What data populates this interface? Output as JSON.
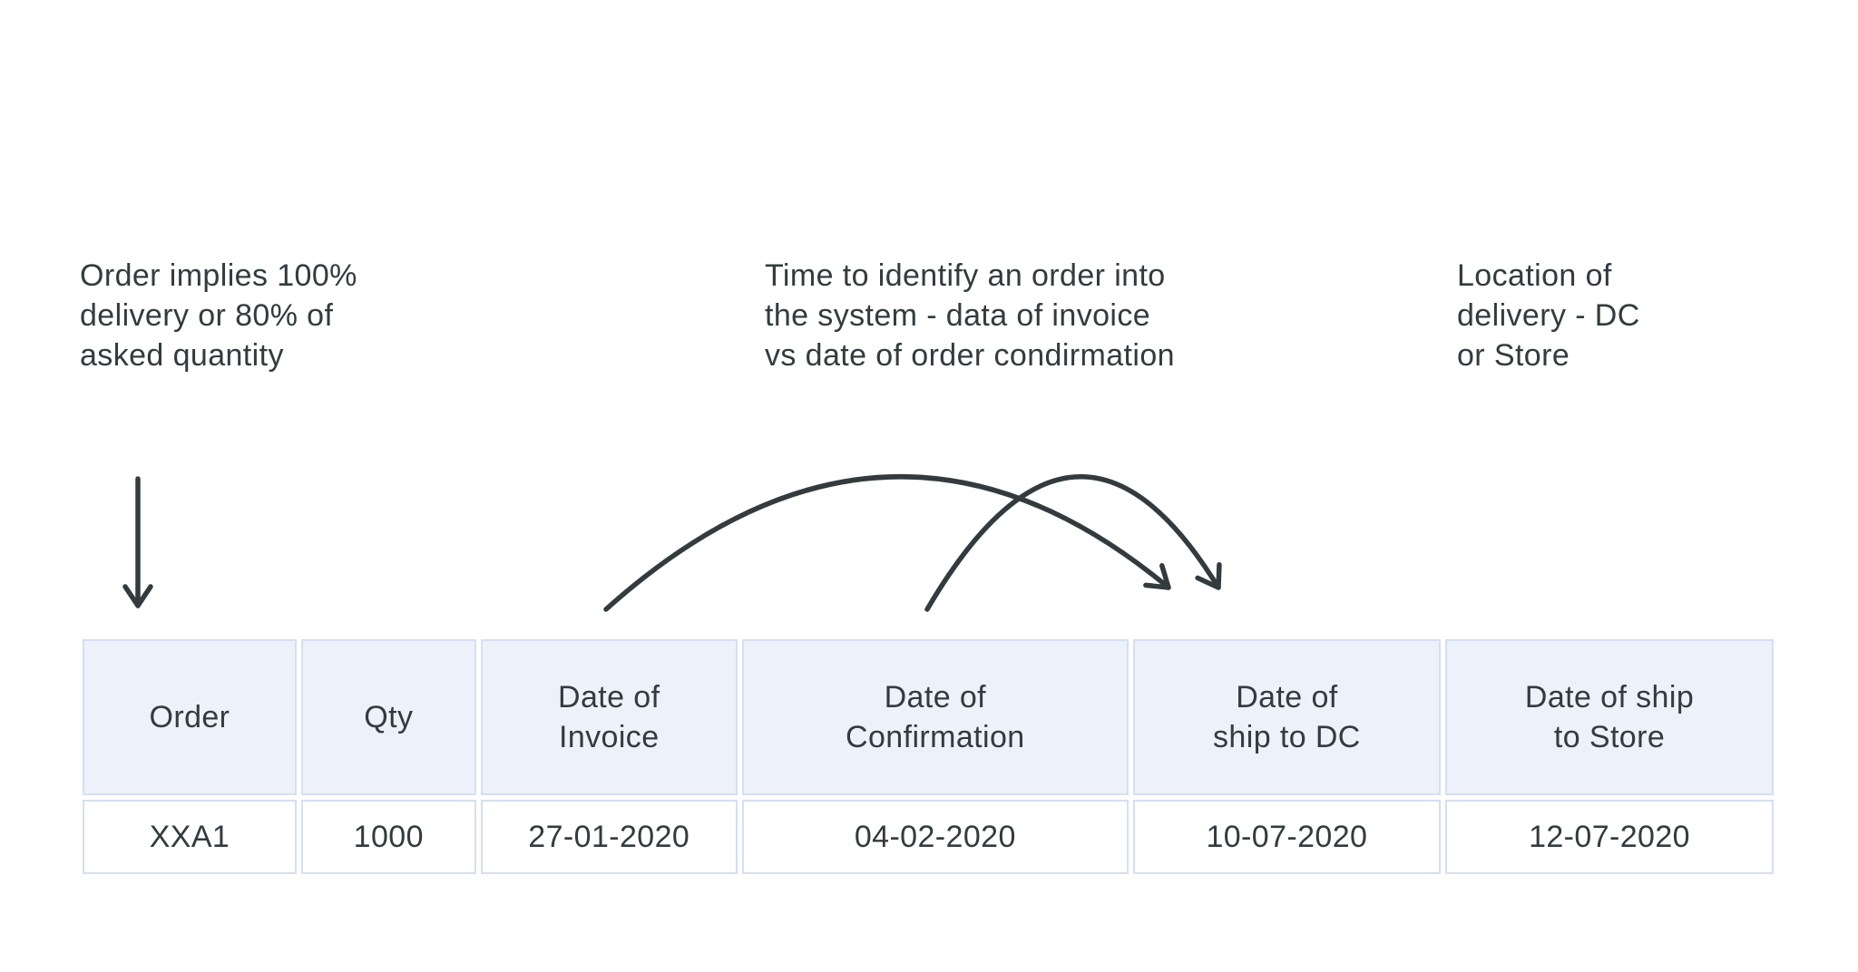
{
  "colors": {
    "text": "#333b3e",
    "arrow": "#333b3e",
    "table_border": "#d5dff3",
    "header_fill": "#edf1f9",
    "cell_fill": "#ffffff",
    "background": "#ffffff"
  },
  "annotations": [
    {
      "name": "delivery-note",
      "text": "Order implies 100%\ndelivery or 80% of\nasked quantity"
    },
    {
      "name": "identify-time-note",
      "text": "Time to identify an order into\nthe system - data of invoice\nvs date of order condirmation"
    },
    {
      "name": "location-note",
      "text": "Location of\ndelivery - DC\nor Store"
    }
  ],
  "arrows": [
    {
      "name": "down-arrow",
      "style": "straight"
    },
    {
      "name": "invoice-arc-arrow",
      "style": "curved"
    },
    {
      "name": "confirmation-arc-arrow",
      "style": "curved"
    }
  ],
  "table": {
    "headers": [
      "Order",
      "Qty",
      "Date of\nInvoice",
      "Date of\nConfirmation",
      "Date of\nship to DC",
      "Date of ship\nto Store"
    ],
    "rows": [
      [
        "XXA1",
        "1000",
        "27-01-2020",
        "04-02-2020",
        "10-07-2020",
        "12-07-2020"
      ]
    ]
  }
}
